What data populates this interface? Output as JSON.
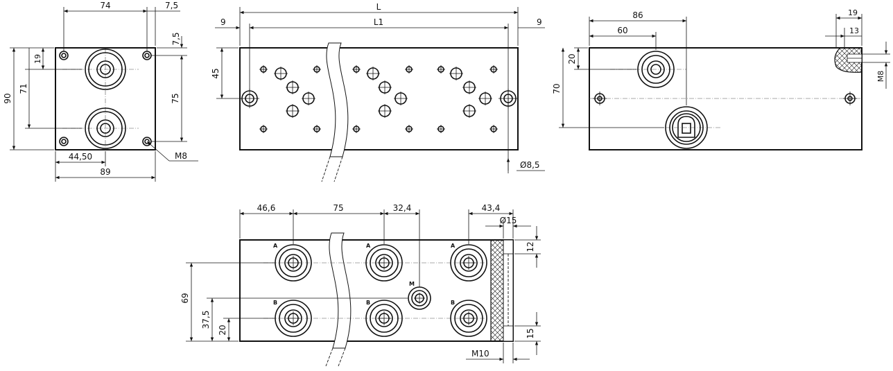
{
  "drawing": {
    "view_end": {
      "dims": {
        "width_74": "74",
        "edge_7_5_top": "7,5",
        "edge_7_5_side": "7,5",
        "height_90": "90",
        "height_71": "71",
        "height_19": "19",
        "height_75": "75",
        "width_44_50": "44,50",
        "width_89": "89",
        "thread_m8": "M8"
      }
    },
    "view_top": {
      "dims": {
        "length_l": "L",
        "length_l1": "L1",
        "edge_9_left": "9",
        "edge_9_right": "9",
        "height_45": "45",
        "dia_8_5": "Ø8,5"
      }
    },
    "view_side": {
      "dims": {
        "width_86": "86",
        "width_60": "60",
        "height_20": "20",
        "height_70": "70",
        "width_19": "19",
        "width_13": "13",
        "thread_m8": "M8"
      }
    },
    "view_front": {
      "dims": {
        "width_46_6": "46,6",
        "pitch_75": "75",
        "width_32_4": "32,4",
        "width_43_4": "43,4",
        "dia_15": "Ø15",
        "height_12": "12",
        "height_69": "69",
        "height_37_5": "37,5",
        "height_20": "20",
        "height_15": "15",
        "thread_m10": "M10"
      },
      "port_tags": {
        "a1": "A",
        "a2": "A",
        "a3": "A",
        "b1": "B",
        "b2": "B",
        "b3": "B",
        "m": "M"
      }
    }
  }
}
